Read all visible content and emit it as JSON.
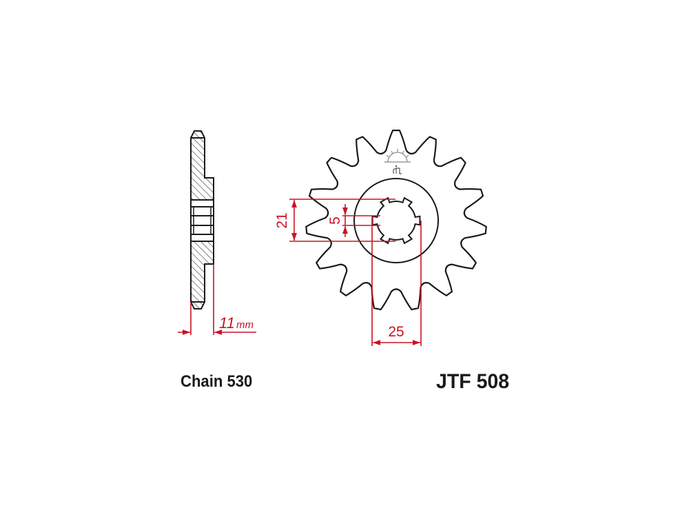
{
  "drawing": {
    "title": "Front sprocket technical drawing",
    "colors": {
      "outline": "#1a1a1a",
      "dimension": "#cc1122",
      "hatch": "#333333",
      "logo": "#888888"
    },
    "side_view": {
      "width_dimension": "11",
      "width_unit": "mm"
    },
    "front_view": {
      "teeth_count": 15,
      "spline_teeth": 6,
      "dimension_height": "21",
      "dimension_spline": "5",
      "dimension_width": "25"
    }
  },
  "labels": {
    "chain": "Chain 530",
    "part_number": "JTF 508"
  }
}
